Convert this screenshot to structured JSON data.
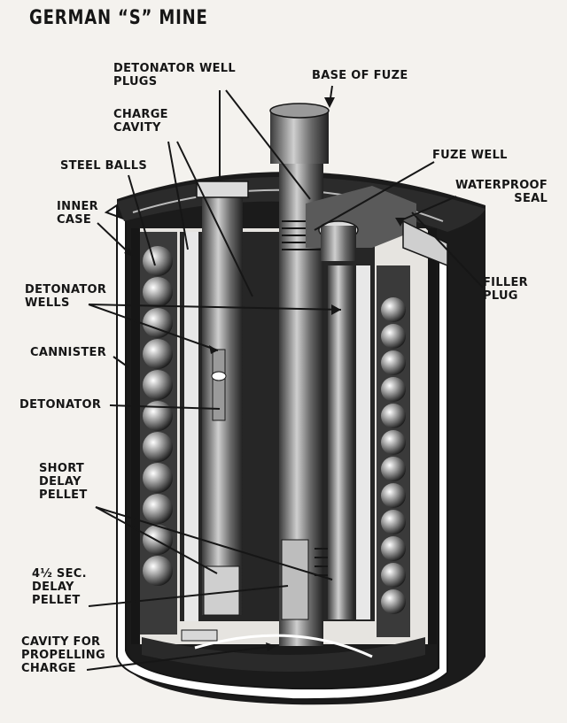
{
  "title": "GERMAN “S” MINE",
  "labels": {
    "detonator_well_plugs": "DETONATOR WELL\nPLUGS",
    "base_of_fuze": "BASE OF FUZE",
    "charge_cavity": "CHARGE\nCAVITY",
    "steel_balls": "STEEL BALLS",
    "fuze_well": "FUZE WELL",
    "waterproof_seal": "WATERPROOF\nSEAL",
    "inner_case": "INNER\nCASE",
    "filler_plug": "FILLER\nPLUG",
    "detonator_wells": "DETONATOR\nWELLS",
    "cannister": "CANNISTER",
    "detonator": "DETONATOR",
    "short_delay_pellet": "SHORT\nDELAY\nPELLET",
    "delay_pellet_45": "4½ SEC.\nDELAY\nPELLET",
    "cavity_propelling": "CAVITY FOR\nPROPELLING\nCHARGE"
  },
  "colors": {
    "ink": "#161616",
    "paper": "#f4f2ee",
    "mid": "#7a7a7a",
    "light": "#d8d6d2"
  }
}
